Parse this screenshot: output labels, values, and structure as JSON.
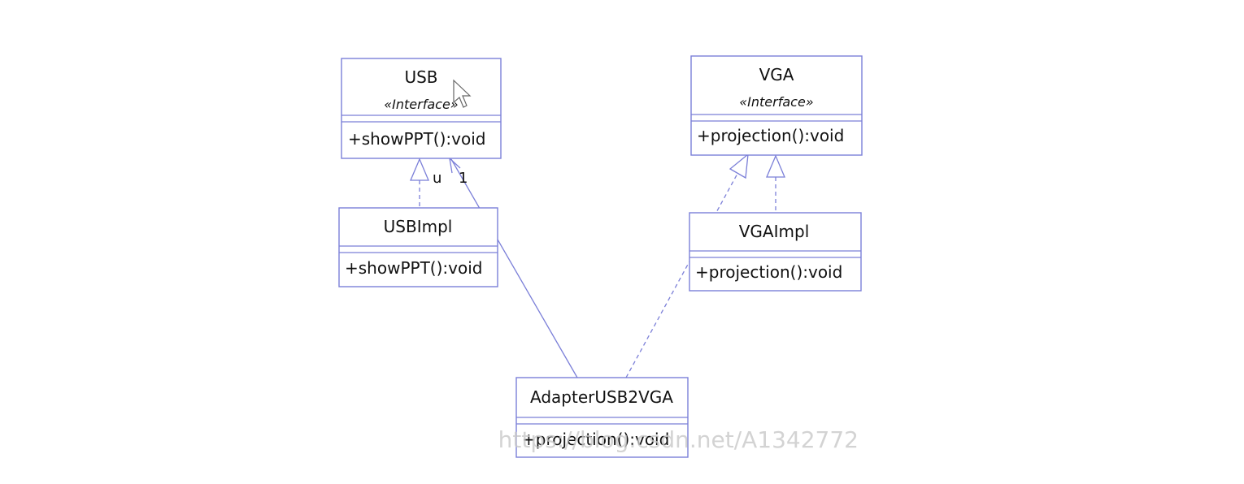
{
  "classes": {
    "usb": {
      "name": "USB",
      "stereotype": "«Interface»",
      "operation": "+showPPT():void"
    },
    "vga": {
      "name": "VGA",
      "stereotype": "«Interface»",
      "operation": "+projection():void"
    },
    "usbimpl": {
      "name": "USBImpl",
      "operation": "+showPPT():void"
    },
    "vgaimpl": {
      "name": "VGAImpl",
      "operation": "+projection():void"
    },
    "adapter": {
      "name": "AdapterUSB2VGA",
      "operation": "+projection():void"
    }
  },
  "associations": {
    "usb_side_label_u": "u",
    "usb_side_multiplicity": "1"
  },
  "watermark": "https://blog.csdn.net/A1342772",
  "colors": {
    "line": "#7b7fd8",
    "text": "#111111",
    "watermark": "#c9c9c9"
  }
}
